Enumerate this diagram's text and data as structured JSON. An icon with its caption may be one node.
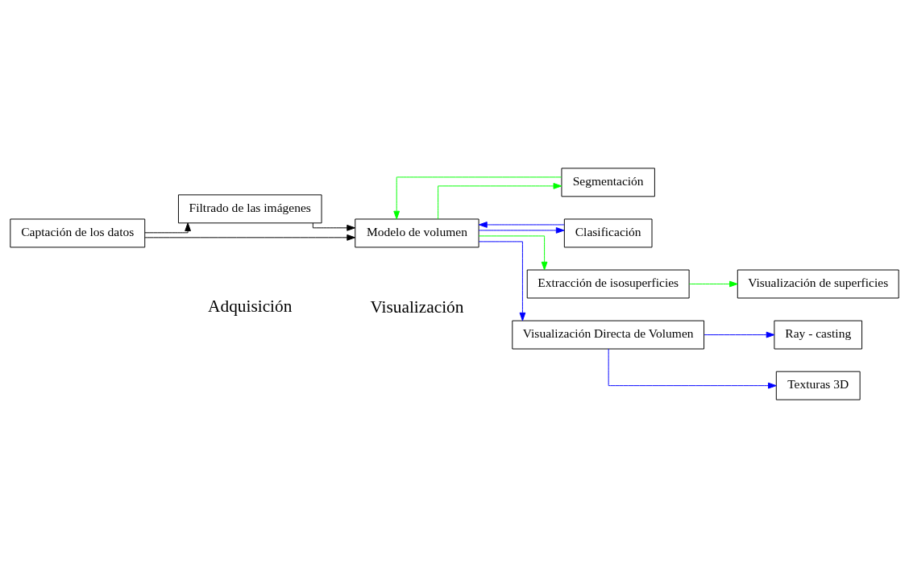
{
  "diagram": {
    "nodes": [
      {
        "text": [
          "Captación de los datos"
        ]
      },
      {
        "text": [
          "Filtrado de las imágenes"
        ]
      },
      {
        "text": [
          "Segmentación"
        ]
      },
      {
        "text": [
          "Modelo de volumen"
        ]
      },
      {
        "text": [
          "Clasificación"
        ]
      },
      {
        "text": [
          "Extracción de isosuperficies"
        ]
      },
      {
        "text": [
          "Visualización de superficies"
        ]
      },
      {
        "text": [
          "Visualización Directa de Volumen"
        ]
      },
      {
        "text": [
          "Ray - casting"
        ]
      },
      {
        "text": [
          "Texturas 3D"
        ]
      }
    ],
    "edges": [
      {
        "from": 0,
        "to": 3,
        "arrow": "to",
        "color": "#000000"
      },
      {
        "from": 0,
        "to": 1,
        "arrow": "to",
        "color": "#000000"
      },
      {
        "from": 1,
        "to": 3,
        "arrow": "to",
        "color": "#000000"
      },
      {
        "from": 3,
        "to": 2,
        "arrow": "to",
        "color": "#00ff00"
      },
      {
        "from": 2,
        "to": 3,
        "arrow": "to",
        "color": "#00ff00"
      },
      {
        "from": 3,
        "to": 4,
        "arrow": "to",
        "color": "#0000ff"
      },
      {
        "from": 4,
        "to": 3,
        "arrow": "to",
        "color": "#0000ff"
      },
      {
        "from": 3,
        "to": 5,
        "arrow": "to",
        "color": "#00ff00"
      },
      {
        "from": 5,
        "to": 6,
        "arrow": "to",
        "color": "#00ff00"
      },
      {
        "from": 3,
        "to": 7,
        "arrow": "to",
        "color": "#0000ff"
      },
      {
        "from": 7,
        "to": 8,
        "arrow": "to",
        "color": "#0000ff"
      },
      {
        "from": 7,
        "to": 9,
        "arrow": "to",
        "color": "#0000ff"
      }
    ],
    "labels": [
      "Adquisición",
      "Visualización"
    ]
  }
}
